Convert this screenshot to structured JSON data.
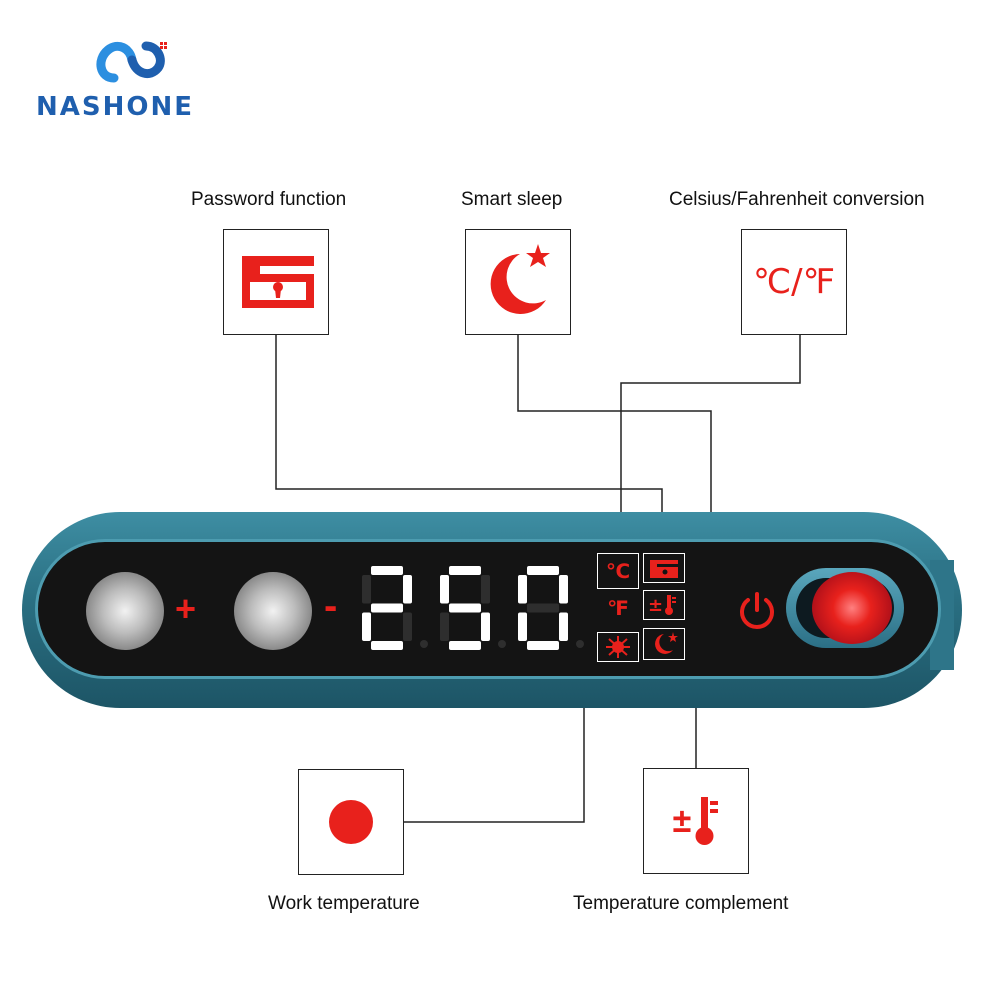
{
  "brand": {
    "name": "NASHONE"
  },
  "features": {
    "password": {
      "label": "Password function",
      "icon": "padlock-icon"
    },
    "sleep": {
      "label": "Smart sleep",
      "icon": "moon-star-icon"
    },
    "unit": {
      "label": "Celsius/Fahrenheit conversion",
      "symbol": "℃/℉"
    },
    "work_temp": {
      "label": "Work temperature",
      "icon": "red-dot-icon"
    },
    "temp_comp": {
      "label": "Temperature complement",
      "symbol": "±"
    }
  },
  "panel": {
    "display_value": "250",
    "plus_label": "+",
    "minus_label": "-",
    "indicators": {
      "celsius": "℃",
      "fahrenheit": "℉",
      "plusminus": "±"
    }
  },
  "colors": {
    "accent": "#e8211c",
    "brand": "#1f5fae",
    "housing": "#2a6f82",
    "panel": "#141414"
  }
}
